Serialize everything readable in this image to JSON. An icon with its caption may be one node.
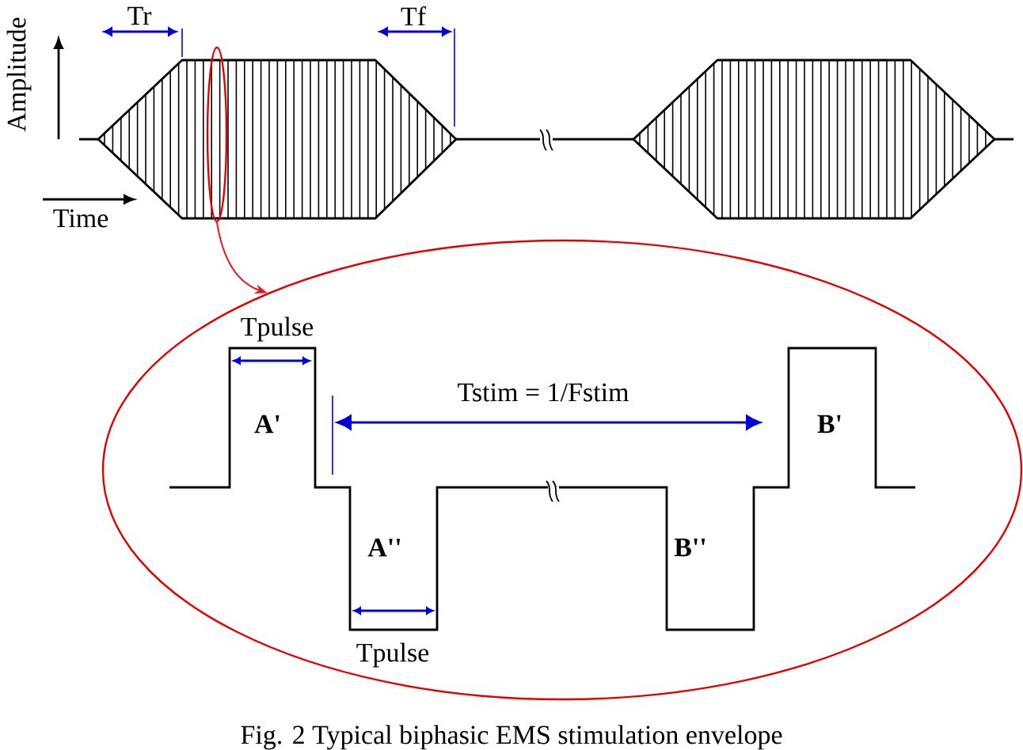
{
  "diagram": {
    "caption": "Fig. 2 Typical biphasic EMS stimulation envelope",
    "nodes": [
      {
        "text": [],
        "shape": "ellipse"
      },
      {
        "text": [],
        "shape": "ellipse"
      }
    ],
    "edges": [
      {
        "from": 0,
        "to": 1,
        "arrow": "to",
        "color": "#e8141c"
      }
    ],
    "labels": [
      "Tr",
      "Tf",
      "Amplitude",
      "Time",
      "Tpulse",
      "Tstim = 1/Fstim",
      "A'",
      "B'",
      "A''",
      "B''",
      "Tpulse"
    ]
  }
}
